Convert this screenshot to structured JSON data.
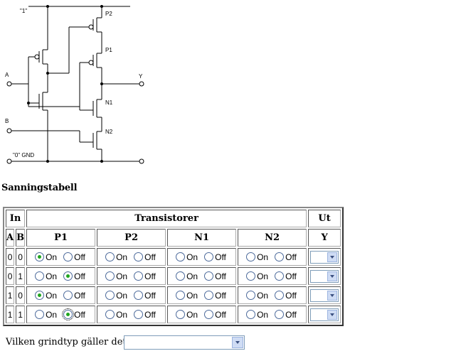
{
  "diagram": {
    "labels": {
      "vdd": "\"1\"",
      "gnd": "\"0\" GND",
      "a": "A",
      "b": "B",
      "y": "Y",
      "p1": "P1",
      "p2": "P2",
      "n1": "N1",
      "n2": "N2"
    }
  },
  "heading": "Sanningstabell",
  "table": {
    "group_in": "In",
    "group_transistors": "Transistorer",
    "group_out": "Ut",
    "col_a": "A",
    "col_b": "B",
    "transistors": [
      "P1",
      "P2",
      "N1",
      "N2"
    ],
    "col_y": "Y",
    "on_label": "On",
    "off_label": "Off",
    "rows": [
      {
        "a": "0",
        "b": "0",
        "states": [
          "On",
          "",
          "",
          ""
        ],
        "y": ""
      },
      {
        "a": "0",
        "b": "1",
        "states": [
          "Off",
          "",
          "",
          ""
        ],
        "y": ""
      },
      {
        "a": "1",
        "b": "0",
        "states": [
          "On",
          "",
          "",
          ""
        ],
        "y": ""
      },
      {
        "a": "1",
        "b": "1",
        "states": [
          "Off",
          "",
          "",
          ""
        ],
        "y": ""
      }
    ]
  },
  "question": "Vilken grindtyp gäller det?",
  "gate_select_value": ""
}
